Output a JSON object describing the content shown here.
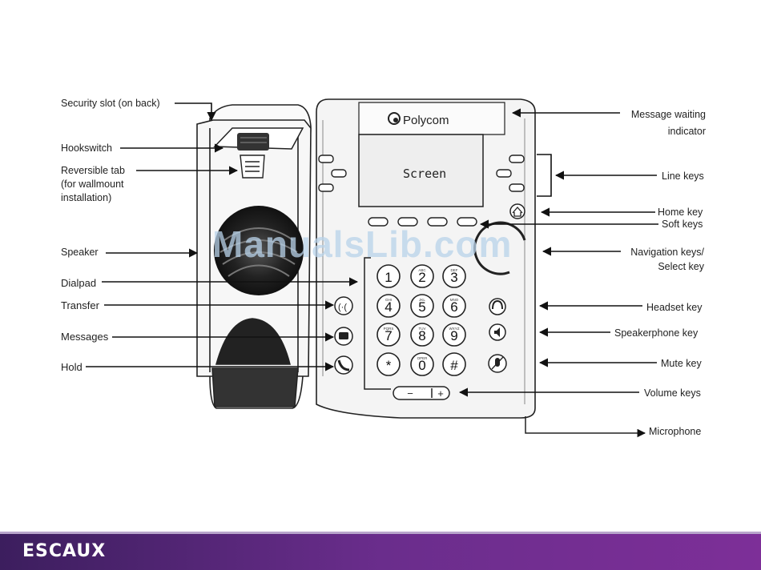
{
  "brand": {
    "phone_logo": "Polycom",
    "screen_label": "Screen",
    "footer_logo": "ESCAUX",
    "watermark": "ManualsLib.com"
  },
  "labels": {
    "security_slot": "Security slot (on back)",
    "hookswitch": "Hookswitch",
    "reversible_tab": "Reversible tab\n(for wallmount\ninstallation)",
    "speaker": "Speaker",
    "dialpad": "Dialpad",
    "transfer": "Transfer",
    "messages": "Messages",
    "hold": "Hold",
    "message_waiting": "Message waiting\nindicator",
    "line_keys": "Line keys",
    "home_key": "Home key",
    "soft_keys": "Soft keys",
    "navigation_keys": "Navigation keys/\nSelect key",
    "headset_key": "Headset key",
    "speakerphone_key": "Speakerphone key",
    "mute_key": "Mute key",
    "volume_keys": "Volume keys",
    "microphone": "Microphone"
  },
  "keypad": [
    {
      "digit": "1",
      "letters": ""
    },
    {
      "digit": "2",
      "letters": "ABC"
    },
    {
      "digit": "3",
      "letters": "DEF"
    },
    {
      "digit": "4",
      "letters": "GHI"
    },
    {
      "digit": "5",
      "letters": "JKL"
    },
    {
      "digit": "6",
      "letters": "MNO"
    },
    {
      "digit": "7",
      "letters": "PQRS"
    },
    {
      "digit": "8",
      "letters": "TUV"
    },
    {
      "digit": "9",
      "letters": "WXYZ"
    },
    {
      "digit": "*",
      "letters": ""
    },
    {
      "digit": "0",
      "letters": "OPER"
    },
    {
      "digit": "#",
      "letters": ""
    }
  ],
  "volume": {
    "minus": "−",
    "plus": "+"
  },
  "colors": {
    "footer": "#5b2a7e",
    "line": "#111111",
    "phone_body": "#f4f4f4",
    "screen": "#eeeeee"
  }
}
